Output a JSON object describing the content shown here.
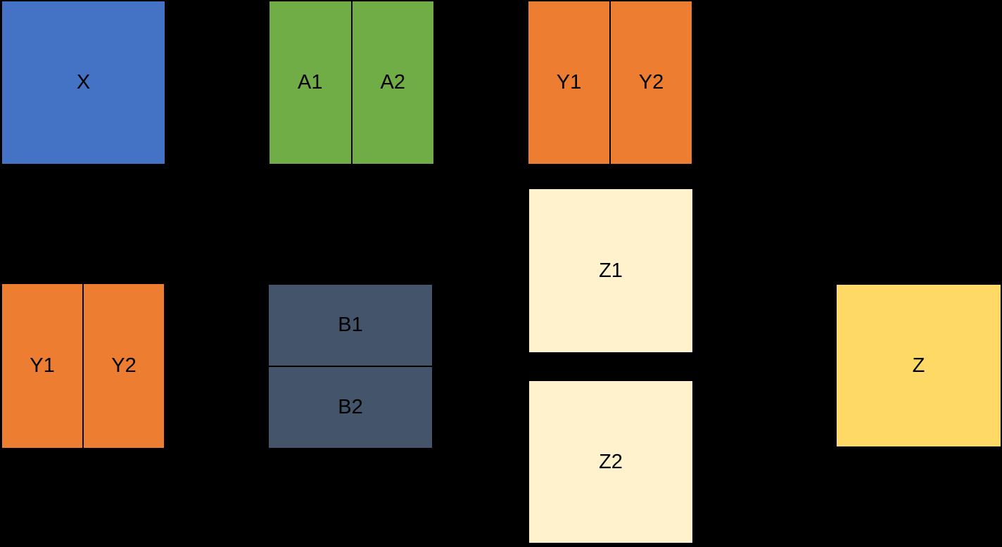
{
  "diagram": {
    "background_color": "#000000",
    "label_text_color": "#000000",
    "divider_color": "#000000",
    "boxes": {
      "x": {
        "label": "X",
        "color": "#4472C4"
      },
      "a": {
        "labels": [
          "A1",
          "A2"
        ],
        "color": "#70AD47",
        "split": "vertical"
      },
      "y_top": {
        "labels": [
          "Y1",
          "Y2"
        ],
        "color": "#ED7D31",
        "split": "vertical"
      },
      "z1": {
        "label": "Z1",
        "color": "#FFF2CC"
      },
      "y_bottom": {
        "labels": [
          "Y1",
          "Y2"
        ],
        "color": "#ED7D31",
        "split": "vertical"
      },
      "b": {
        "labels": [
          "B1",
          "B2"
        ],
        "color": "#44546A",
        "split": "horizontal"
      },
      "z2": {
        "label": "Z2",
        "color": "#FFF2CC"
      },
      "z": {
        "label": "Z",
        "color": "#FFD966"
      }
    }
  }
}
